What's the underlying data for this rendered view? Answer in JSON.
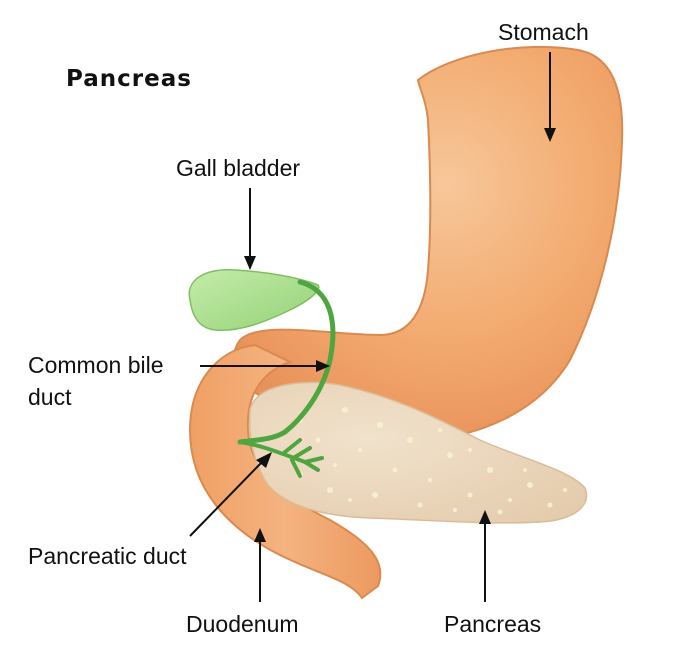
{
  "title": "Pancreas",
  "labels": {
    "stomach": "Stomach",
    "gall_bladder": "Gall bladder",
    "common_bile_duct_line1": "Common bile",
    "common_bile_duct_line2": "duct",
    "pancreatic_duct": "Pancreatic duct",
    "duodenum": "Duodenum",
    "pancreas": "Pancreas"
  },
  "colors": {
    "organ_orange": "#f0a064",
    "organ_outline": "#d98a4f",
    "organ_highlight": "#f7c79a",
    "gall_green": "#a6dd8a",
    "duct_green": "#4fa640",
    "pancreas_tissue": "#ecd8bf",
    "pancreas_speckle": "#f7f3cf",
    "text": "#111111"
  }
}
